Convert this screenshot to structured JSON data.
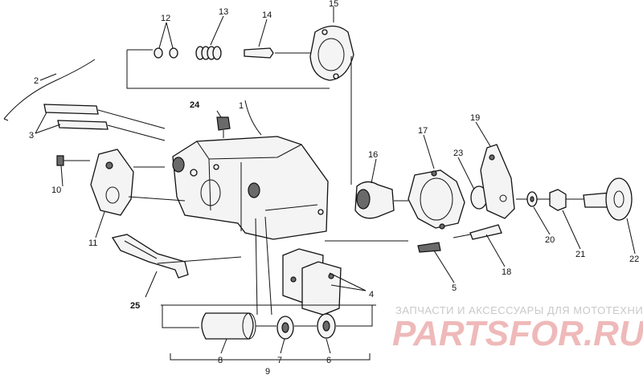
{
  "callouts": {
    "c1": "1",
    "c2": "2",
    "c3": "3",
    "c4": "4",
    "c5": "5",
    "c6": "6",
    "c7": "7",
    "c8": "8",
    "c9": "9",
    "c10": "10",
    "c11": "11",
    "c12": "12",
    "c13": "13",
    "c14": "14",
    "c15": "15",
    "c16": "16",
    "c17": "17",
    "c18": "18",
    "c19": "19",
    "c20": "20",
    "c21": "21",
    "c22": "22",
    "c23": "23",
    "c24": "24",
    "c25": "25"
  },
  "watermark": {
    "line1": "ЗАПЧАСТИ И АКСЕССУАРЫ ДЛЯ МОТОТЕХНИКИ",
    "line2": "PARTSFOR.RU"
  }
}
